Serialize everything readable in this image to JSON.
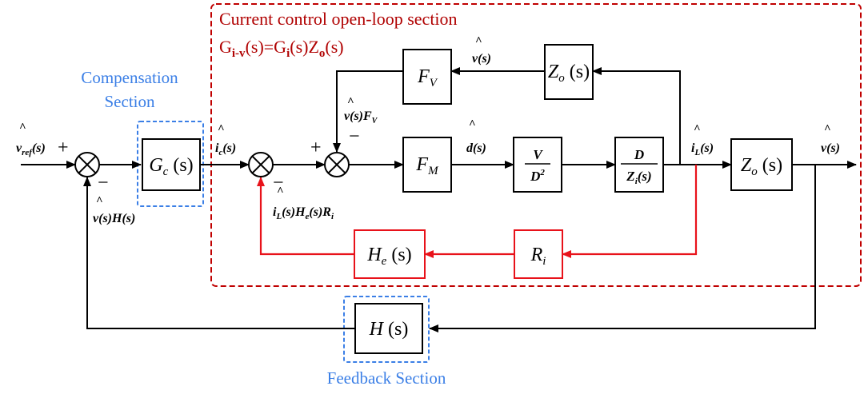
{
  "sections": {
    "open_loop_title": "Current control open-loop section",
    "open_loop_formula": "G",
    "open_loop_formula_sub1": "i-v",
    "open_loop_formula_mid": "(s)=G",
    "open_loop_formula_sub2": "i",
    "open_loop_formula_mid2": "(s)Z",
    "open_loop_formula_sub3": "o",
    "open_loop_formula_end": "(s)",
    "compensation_line1": "Compensation",
    "compensation_line2": "Section",
    "feedback": "Feedback Section"
  },
  "blocks": {
    "gc": {
      "base": "G",
      "sub": "c",
      "arg": " (s)"
    },
    "fv": {
      "base": "F",
      "sub": "V"
    },
    "fm": {
      "base": "F",
      "sub": "M"
    },
    "zo_top": {
      "base": "Z",
      "sub": "o",
      "arg": " (s)"
    },
    "zo_main": {
      "base": "Z",
      "sub": "o",
      "arg": " (s)"
    },
    "v_d2": {
      "num": "V",
      "den": "D",
      "den_sup": "2"
    },
    "d_zi": {
      "num": "D",
      "den": "Z",
      "den_sub": "i",
      "den_arg": "(s)"
    },
    "he": {
      "base": "H",
      "sub": "e",
      "arg": " (s)"
    },
    "ri": {
      "base": "R",
      "sub": "i"
    },
    "h": {
      "base": "H",
      "arg": " (s)"
    }
  },
  "signals": {
    "hat": "^",
    "bar_hat": "¯",
    "vref": {
      "base": "v",
      "sub": "ref",
      "arg": "(s)"
    },
    "ic": {
      "base": "i",
      "sub": "c",
      "arg": "(s)"
    },
    "d": {
      "base": "d",
      "arg": "(s)"
    },
    "il": {
      "base": "i",
      "sub": "L",
      "arg": "(s)"
    },
    "v_out": {
      "base": "v",
      "arg": "(s)"
    },
    "v_top": {
      "base": "v",
      "arg": "(s)"
    },
    "v_fv": {
      "base": "v",
      "arg": "(s)F",
      "sub": "V"
    },
    "v_h": {
      "base": "v",
      "arg": "(s)H(s)"
    },
    "il_he_ri": {
      "base": "i",
      "sub": "L",
      "arg1": "(s)H",
      "sub2": "e",
      "arg2": "(s)R",
      "sub3": "i"
    }
  },
  "signs": {
    "plus": "+",
    "minus": "−"
  },
  "colors": {
    "section_red": "#b00000",
    "path_red": "#e8121a",
    "section_blue": "#3b7fe6"
  }
}
